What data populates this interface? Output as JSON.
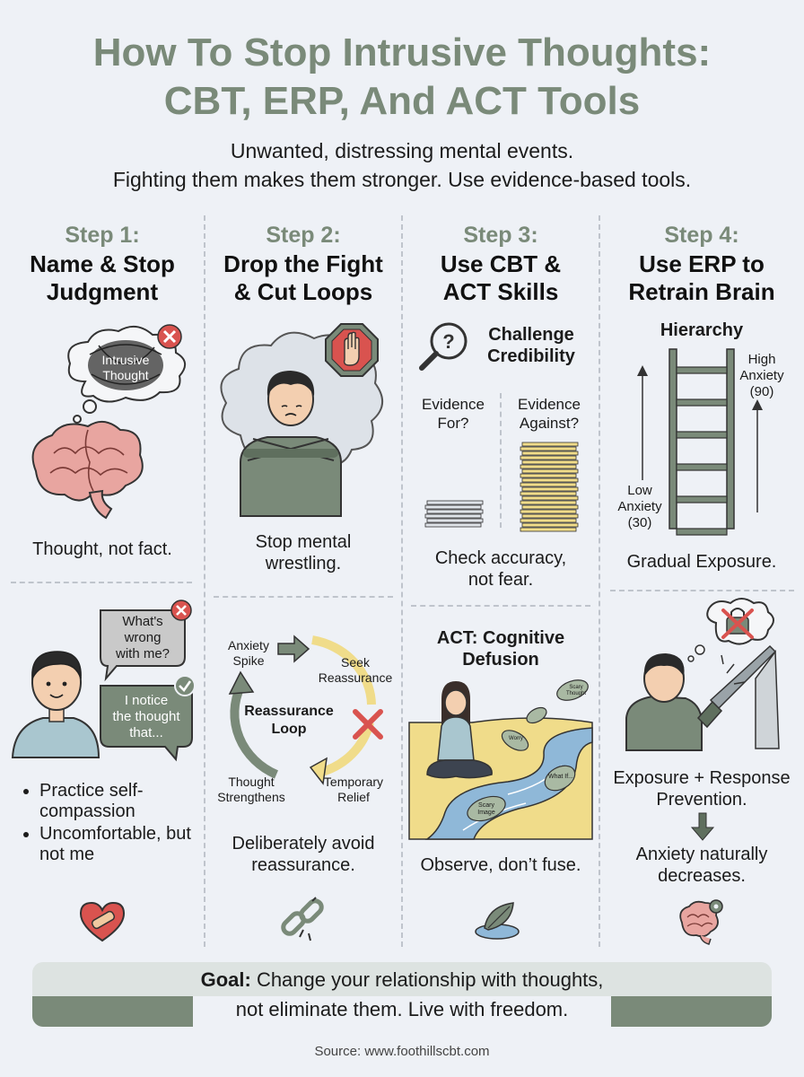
{
  "header": {
    "title_line1": "How To Stop Intrusive Thoughts:",
    "title_line2": "CBT, ERP, And ACT Tools",
    "subtitle_line1": "Unwanted, distressing mental events.",
    "subtitle_line2": "Fighting them makes them stronger. Use evidence-based tools."
  },
  "steps": [
    {
      "label": "Step 1:",
      "title_line1": "Name & Stop",
      "title_line2": "Judgment",
      "bubble_line1": "Intrusive",
      "bubble_line2": "Thought",
      "caption": "Thought, not fact.",
      "bubble_wrong": [
        "What's",
        "wrong",
        "with me?"
      ],
      "bubble_notice": [
        "I notice",
        "the thought",
        "that..."
      ],
      "bullets": [
        "Practice self-compassion",
        "Uncomfortable, but not me"
      ]
    },
    {
      "label": "Step 2:",
      "title_line1": "Drop the Fight",
      "title_line2": "& Cut Loops",
      "caption_line1": "Stop mental",
      "caption_line2": "wrestling.",
      "loop": {
        "center_line1": "Reassurance",
        "center_line2": "Loop",
        "anxiety_line1": "Anxiety",
        "anxiety_line2": "Spike",
        "seek_line1": "Seek",
        "seek_line2": "Reassurance",
        "relief_line1": "Temporary",
        "relief_line2": "Relief",
        "strength_line1": "Thought",
        "strength_line2": "Strengthens"
      },
      "bottom_line1": "Deliberately avoid",
      "bottom_line2": "reassurance."
    },
    {
      "label": "Step 3:",
      "title_line1": "Use CBT &",
      "title_line2": "ACT Skills",
      "challenge_line1": "Challenge",
      "challenge_line2": "Credibility",
      "for_line1": "Evidence",
      "for_line2": "For?",
      "against_line1": "Evidence",
      "against_line2": "Against?",
      "caption_line1": "Check accuracy,",
      "caption_line2": "not fear.",
      "act_line1": "ACT: Cognitive",
      "act_line2": "Defusion",
      "leaves": [
        "Scary Image",
        "Scary Thought",
        "What If...",
        "Worry"
      ],
      "bottom": "Observe, don’t fuse."
    },
    {
      "label": "Step 4:",
      "title_line1": "Use ERP to",
      "title_line2": "Retrain Brain",
      "hierarchy": "Hierarchy",
      "high_line1": "High",
      "high_line2": "Anxiety",
      "high_line3": "(90)",
      "low_line1": "Low",
      "low_line2": "Anxiety",
      "low_line3": "(30)",
      "caption": "Gradual Exposure.",
      "erp_line1": "Exposure + Response",
      "erp_line2": "Prevention.",
      "result_line1": "Anxiety naturally",
      "result_line2": "decreases."
    }
  ],
  "goal": {
    "label": "Goal:",
    "line1_rest": "Change your relationship with thoughts,",
    "line2": "not eliminate them. Live with freedom."
  },
  "source": "Source: www.foothillscbt.com",
  "colors": {
    "sage": "#7a8a79",
    "background": "#eef1f6",
    "red": "#d9534f",
    "brain": "#e8a5a0"
  }
}
